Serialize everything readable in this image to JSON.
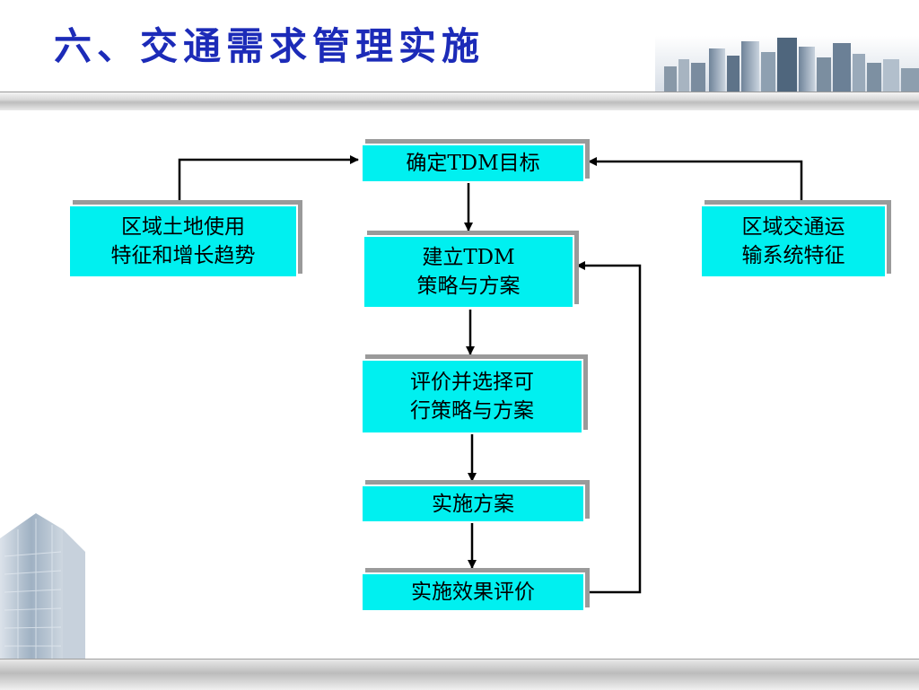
{
  "title": "六、交通需求管理实施",
  "nodes": {
    "goal": [
      "确定TDM目标"
    ],
    "land_use": [
      "区域土地使用",
      "特征和增长趋势"
    ],
    "transport": [
      "区域交通运",
      "输系统特征"
    ],
    "strategy": [
      "建立TDM",
      "策略与方案"
    ],
    "evaluate": [
      "评价并选择可",
      "行策略与方案"
    ],
    "implement": [
      "实施方案"
    ],
    "effect": [
      "实施效果评价"
    ]
  },
  "colors": {
    "title": "#1c2bb8",
    "node_fill": "#00f0f0",
    "node_shadow": "#9a9a9a",
    "arrow": "#000000"
  }
}
